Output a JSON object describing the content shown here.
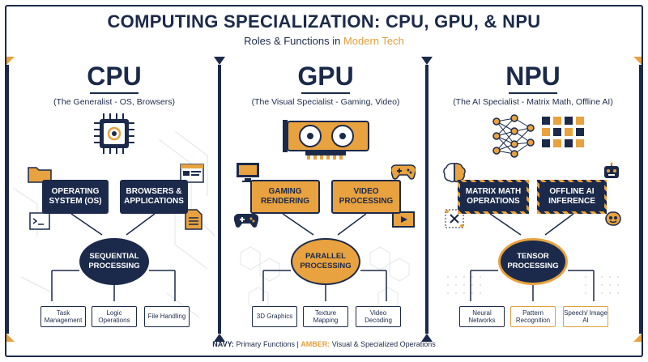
{
  "header": {
    "title": "COMPUTING SPECIALIZATION: CPU, GPU, & NPU",
    "subtitle_plain": "Roles & Functions in ",
    "subtitle_accent": "Modern Tech"
  },
  "footer": {
    "navy_label": "NAVY:",
    "navy_text": " Primary Functions | ",
    "amber_label": "AMBER:",
    "amber_text": " Visual & Specialized Operations"
  },
  "colors": {
    "navy": "#1b2a4a",
    "amber": "#e8a23f",
    "background": "#ffffff"
  },
  "columns": [
    {
      "name": "CPU",
      "subtitle": "(The Generalist - OS, Browsers)",
      "icon": "cpu-chip-icon",
      "functions": [
        "OPERATING SYSTEM (OS)",
        "BROWSERS & APPLICATIONS"
      ],
      "core": "SEQUENTIAL PROCESSING",
      "leaves": [
        "Task Management",
        "Logic Operations",
        "File Handling"
      ],
      "side_icons": [
        "folder-icon",
        "browser-window-icon",
        "terminal-icon",
        "document-icon"
      ]
    },
    {
      "name": "GPU",
      "subtitle": "(The Visual Specialist - Gaming, Video)",
      "icon": "graphics-card-icon",
      "functions": [
        "GAMING RENDERING",
        "VIDEO PROCESSING"
      ],
      "core": "PARALLEL PROCESSING",
      "leaves": [
        "3D Graphics",
        "Texture Mapping",
        "Video Decoding"
      ],
      "side_icons": [
        "monitor-game-icon",
        "gamepad-icon",
        "gamepad-icon",
        "video-player-icon"
      ]
    },
    {
      "name": "NPU",
      "subtitle": "(The AI Specialist - Matrix Math, Offline AI)",
      "icon": "neural-network-icon",
      "functions": [
        "MATRIX MATH OPERATIONS",
        "OFFLINE AI INFERENCE"
      ],
      "core": "TENSOR PROCESSING",
      "leaves": [
        "Neural Networks",
        "Pattern Recognition",
        "Speech/ Image AI"
      ],
      "side_icons": [
        "brain-icon",
        "robot-icon",
        "matrix-icon",
        "robot-head-icon"
      ]
    }
  ]
}
